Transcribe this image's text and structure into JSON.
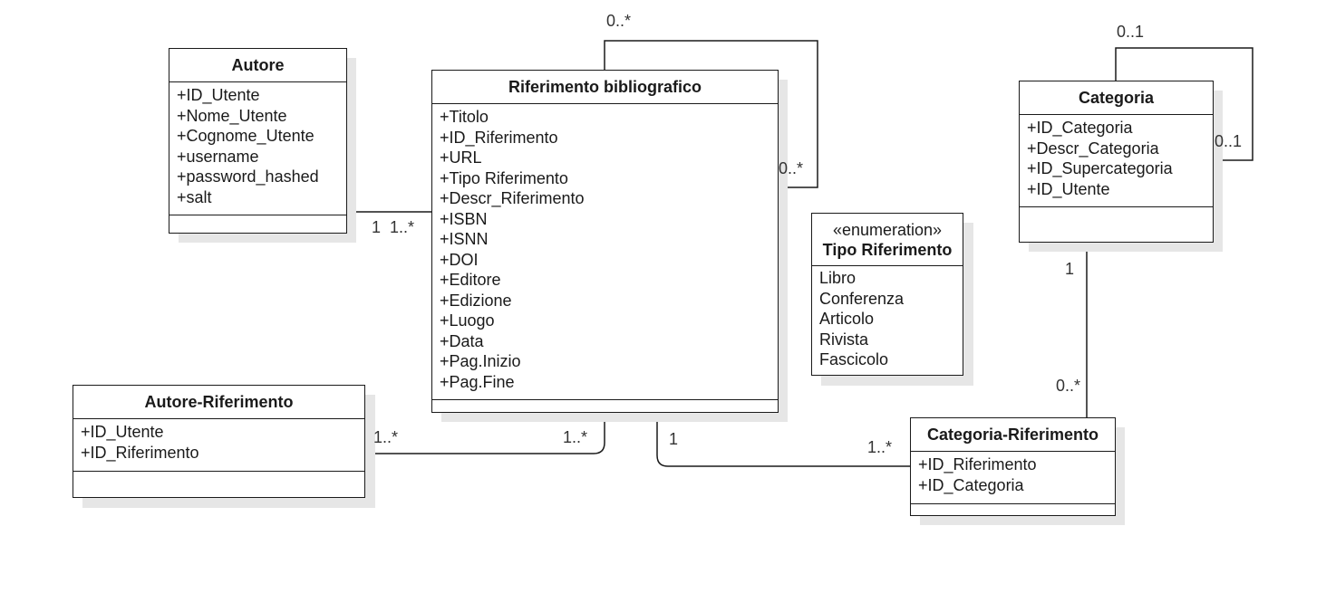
{
  "classes": {
    "autore": {
      "name": "Autore",
      "attributes": [
        "+ID_Utente",
        "+Nome_Utente",
        "+Cognome_Utente",
        "+username",
        "+password_hashed",
        "+salt"
      ]
    },
    "riferimento": {
      "name": "Riferimento bibliografico",
      "attributes": [
        "+Titolo",
        "+ID_Riferimento",
        "+URL",
        "+Tipo Riferimento",
        "+Descr_Riferimento",
        "+ISBN",
        "+ISNN",
        "+DOI",
        "+Editore",
        "+Edizione",
        "+Luogo",
        "+Data",
        "+Pag.Inizio",
        "+Pag.Fine"
      ]
    },
    "categoria": {
      "name": "Categoria",
      "attributes": [
        "+ID_Categoria",
        "+Descr_Categoria",
        "+ID_Supercategoria",
        "+ID_Utente"
      ]
    },
    "tipo_riferimento": {
      "stereotype": "«enumeration»",
      "name": "Tipo Riferimento",
      "values": [
        "Libro",
        "Conferenza",
        "Articolo",
        "Rivista",
        "Fascicolo"
      ]
    },
    "autore_riferimento": {
      "name": "Autore-Riferimento",
      "attributes": [
        "+ID_Utente",
        "+ID_Riferimento"
      ]
    },
    "categoria_riferimento": {
      "name": "Categoria-Riferimento",
      "attributes": [
        "+ID_Riferimento",
        "+ID_Categoria"
      ]
    }
  },
  "multiplicities": {
    "rif_self_top": "0..*",
    "rif_self_right": "0..*",
    "cat_self_top": "0..1",
    "cat_self_right": "0..1",
    "autore_rif_autore_end": "1",
    "autore_rif_rif_end": "1..*",
    "cat_catrif_cat_end": "1",
    "cat_catrif_catrif_end": "0..*",
    "autrif_left_end": "1..*",
    "autrif_rif_end": "1..*",
    "rif_catrif_rif_end": "1",
    "rif_catrif_catrif_end": "1..*"
  },
  "colors": {
    "line": "#1a1a1a",
    "shadow": "#e6e6e6",
    "box_fill": "#ffffff"
  }
}
